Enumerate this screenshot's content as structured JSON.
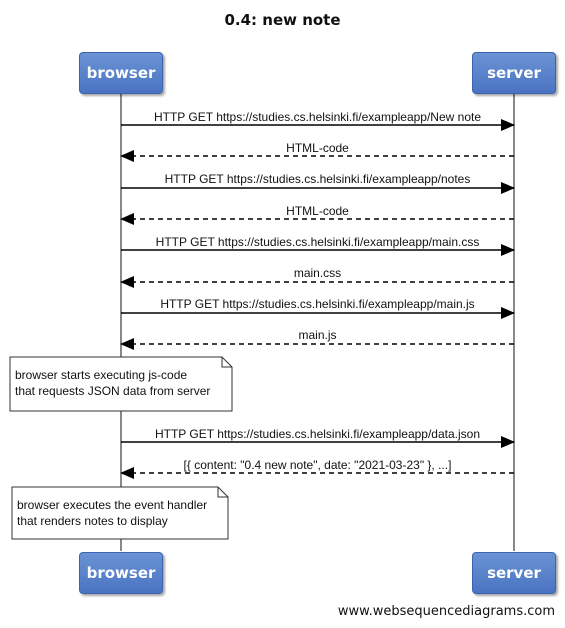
{
  "title": "0.4: new note",
  "participants": {
    "browser": "browser",
    "server": "server"
  },
  "messages": [
    {
      "text": "HTTP GET https://studies.cs.helsinki.fi/exampleapp/New note",
      "from": "browser",
      "to": "server",
      "style": "solid"
    },
    {
      "text": "HTML-code",
      "from": "server",
      "to": "browser",
      "style": "dashed"
    },
    {
      "text": "HTTP GET https://studies.cs.helsinki.fi/exampleapp/notes",
      "from": "browser",
      "to": "server",
      "style": "solid"
    },
    {
      "text": "HTML-code",
      "from": "server",
      "to": "browser",
      "style": "dashed"
    },
    {
      "text": "HTTP GET https://studies.cs.helsinki.fi/exampleapp/main.css",
      "from": "browser",
      "to": "server",
      "style": "solid"
    },
    {
      "text": "main.css",
      "from": "server",
      "to": "browser",
      "style": "dashed"
    },
    {
      "text": "HTTP GET https://studies.cs.helsinki.fi/exampleapp/main.js",
      "from": "browser",
      "to": "server",
      "style": "solid"
    },
    {
      "text": "main.js",
      "from": "server",
      "to": "browser",
      "style": "dashed"
    },
    {
      "text": "HTTP GET https://studies.cs.helsinki.fi/exampleapp/data.json",
      "from": "browser",
      "to": "server",
      "style": "solid"
    },
    {
      "text": "[{ content: \"0.4 new note\", date: \"2021-03-23\" }, ...]",
      "from": "server",
      "to": "browser",
      "style": "dashed"
    }
  ],
  "notes": [
    {
      "line1": "browser starts executing js-code",
      "line2": "that requests JSON data from server"
    },
    {
      "line1": "browser executes the event handler",
      "line2": "that renders notes to display"
    }
  ],
  "footer": "www.websequencediagrams.com"
}
